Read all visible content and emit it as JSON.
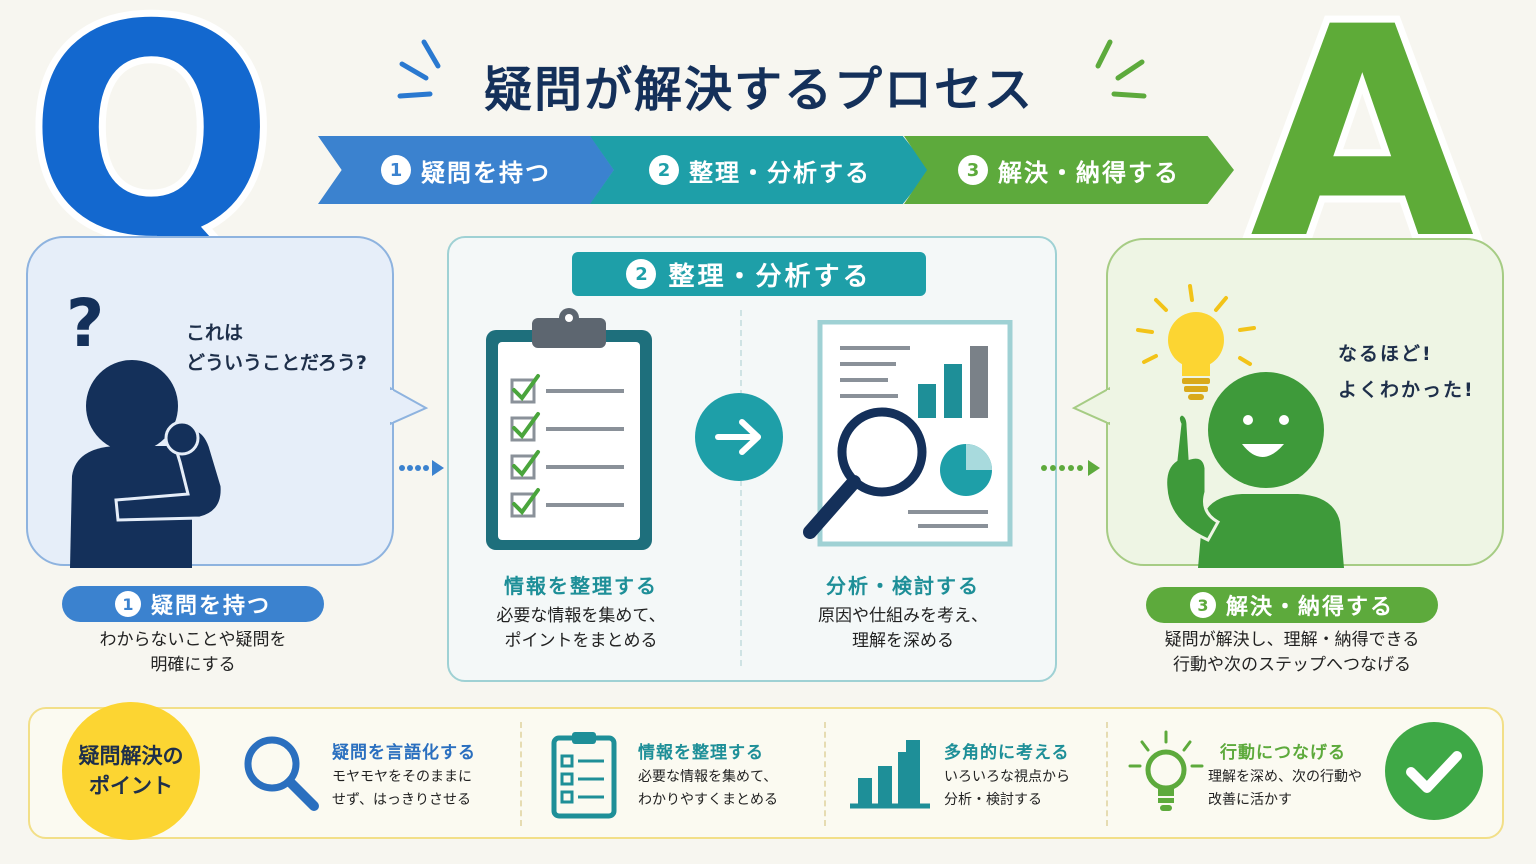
{
  "title": "疑問が解決するプロセス",
  "big_q": "Q",
  "big_a": "A",
  "steps": [
    {
      "num": "1",
      "label": "疑問を持つ"
    },
    {
      "num": "2",
      "label": "整理・分析する"
    },
    {
      "num": "3",
      "label": "解決・納得する"
    }
  ],
  "question_panel": {
    "speech_line1": "これは",
    "speech_line2": "どういうことだろう?",
    "pill_num": "1",
    "pill_label": "疑問を持つ",
    "desc_line1": "わからないことや疑問を",
    "desc_line2": "明確にする"
  },
  "middle_panel": {
    "header_num": "2",
    "header_label": "整理・分析する",
    "left_title": "情報を整理する",
    "left_desc_line1": "必要な情報を集めて、",
    "left_desc_line2": "ポイントをまとめる",
    "right_title": "分析・検討する",
    "right_desc_line1": "原因や仕組みを考え、",
    "right_desc_line2": "理解を深める"
  },
  "answer_panel": {
    "speech_line1": "なるほど!",
    "speech_line2": "よくわかった!",
    "pill_num": "3",
    "pill_label": "解決・納得する",
    "desc_line1": "疑問が解決し、理解・納得できる",
    "desc_line2": "行動や次のステップへつなげる"
  },
  "points": {
    "label_line1": "疑問解決の",
    "label_line2": "ポイント",
    "items": [
      {
        "icon": "magnifier-icon",
        "title": "疑問を言語化する",
        "desc_line1": "モヤモヤをそのままに",
        "desc_line2": "せず、はっきりさせる"
      },
      {
        "icon": "clipboard-icon",
        "title": "情報を整理する",
        "desc_line1": "必要な情報を集めて、",
        "desc_line2": "わかりやすくまとめる"
      },
      {
        "icon": "bar-chart-icon",
        "title": "多角的に考える",
        "desc_line1": "いろいろな視点から",
        "desc_line2": "分析・検討する"
      },
      {
        "icon": "lightbulb-icon",
        "title": "行動につなげる",
        "desc_line1": "理解を深め、次の行動や",
        "desc_line2": "改善に活かす"
      }
    ]
  },
  "colors": {
    "blue": "#1368cf",
    "teal": "#1e9fa8",
    "green": "#5daa3c",
    "navy": "#14305a",
    "yellow": "#fcd532"
  }
}
